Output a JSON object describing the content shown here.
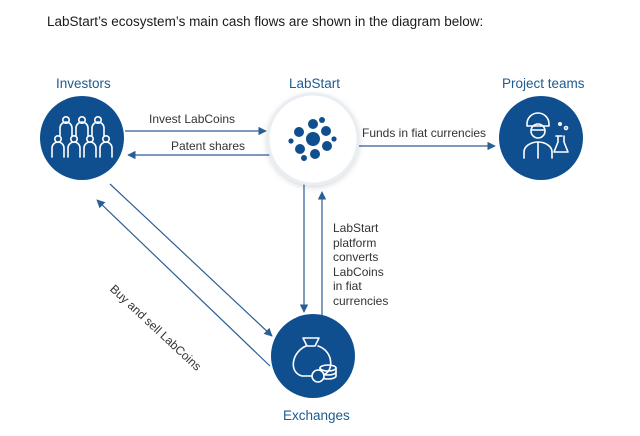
{
  "caption": "LabStart’s ecosystem’s main cash flows are shown in the diagram below:",
  "nodes": {
    "investors": {
      "label": "Investors",
      "icon": "people-group-icon"
    },
    "labstart": {
      "label": "LabStart",
      "icon": "labstart-logo-icon"
    },
    "project_teams": {
      "label": "Project teams",
      "icon": "scientist-icon"
    },
    "exchanges": {
      "label": "Exchanges",
      "icon": "money-bag-coins-icon"
    }
  },
  "edges": {
    "invest": "Invest LabCoins",
    "patent": "Patent shares",
    "funds": "Funds in fiat currencies",
    "buy_sell": "Buy and sell LabCoins",
    "convert": [
      "LabStart",
      "platform",
      "converts",
      "LabCoins",
      "in fiat",
      "currencies"
    ]
  },
  "colors": {
    "node_fill": "#0f4f8f",
    "accent_text": "#1f5a92",
    "arrow": "#2a5f96",
    "labstart_ring": "#e9eef3"
  }
}
